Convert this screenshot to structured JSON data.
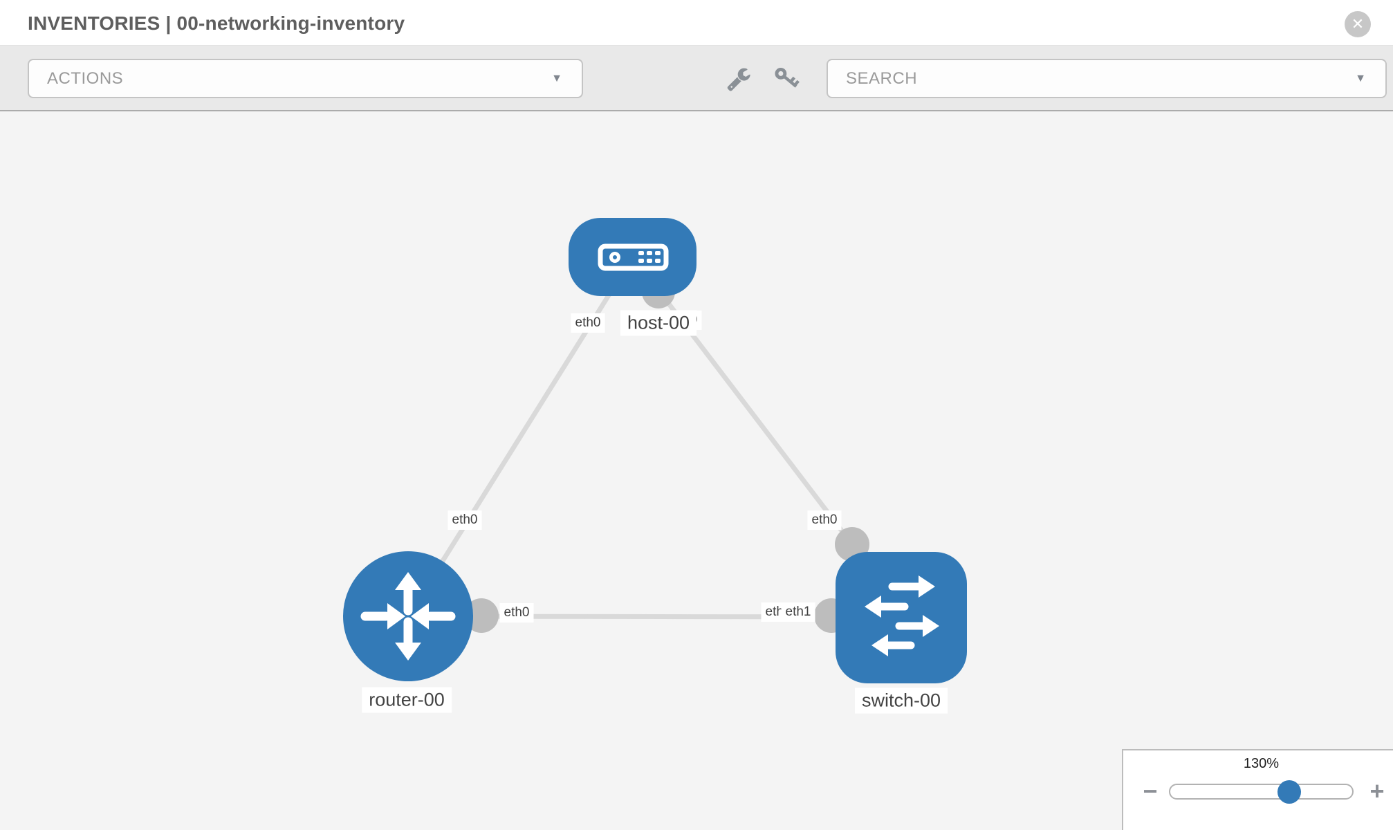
{
  "header": {
    "title": "INVENTORIES | 00-networking-inventory",
    "close_glyph": "✕"
  },
  "toolbar": {
    "actions_label": "ACTIONS",
    "search_placeholder": "SEARCH",
    "caret_glyph": "▼"
  },
  "graph": {
    "nodes": [
      {
        "id": "host-00",
        "label": "host-00",
        "type": "host"
      },
      {
        "id": "router-00",
        "label": "router-00",
        "type": "router"
      },
      {
        "id": "switch-00",
        "label": "switch-00",
        "type": "switch"
      }
    ],
    "links": [
      {
        "source": "router-00",
        "target": "host-00",
        "source_interface": "eth0",
        "target_interface": "eth0"
      },
      {
        "source": "host-00",
        "target": "switch-00",
        "source_interface": "eth0",
        "target_interface": "eth0"
      },
      {
        "source": "router-00",
        "target": "switch-00",
        "source_interface": "eth0",
        "target_interface": "eth1",
        "target_interface_overlapped": "eth0"
      }
    ]
  },
  "zoom_control": {
    "level": "130%",
    "minus_glyph": "−",
    "plus_glyph": "+"
  },
  "colors": {
    "node_blue": "#337ab7",
    "link_gray": "#d9d9d9",
    "connector_gray": "#bdbdbd",
    "toolbar_bg": "#e9e9e9",
    "canvas_bg": "#f4f4f4"
  }
}
